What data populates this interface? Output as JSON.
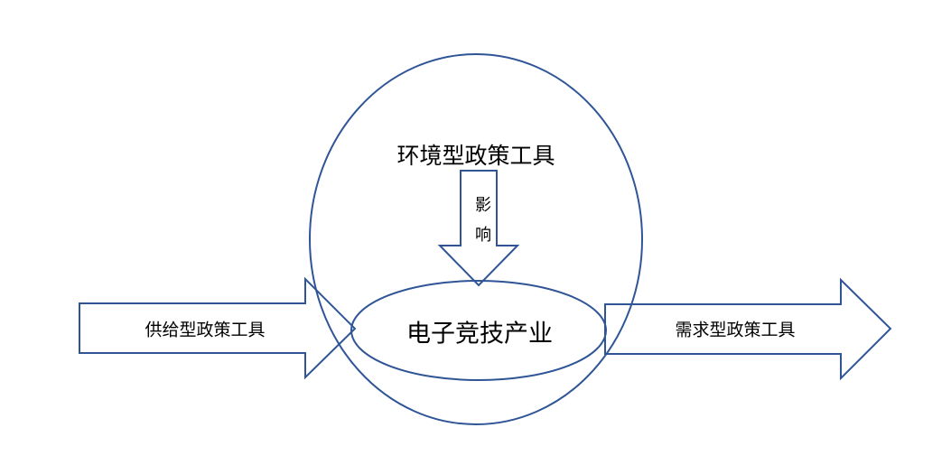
{
  "diagram": {
    "stroke_color": "#2f5597",
    "environment_tool": "环境型政策工具",
    "influence_label_1": "影",
    "influence_label_2": "响",
    "supply_tool": "供给型政策工具",
    "industry": "电子竞技产业",
    "demand_tool": "需求型政策工具"
  }
}
